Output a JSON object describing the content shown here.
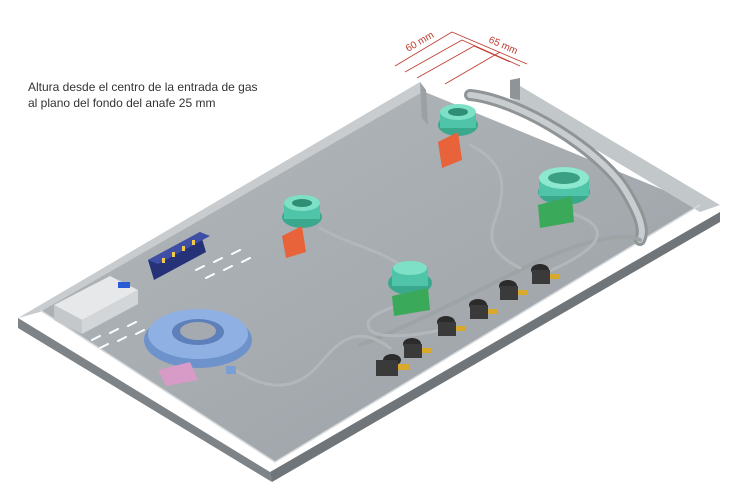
{
  "caption": {
    "line1": "Altura desde el centro de la entrada de gas",
    "line2": "al plano del fondo del anafe 25 mm"
  },
  "dimensions": {
    "a": "60 mm",
    "b": "65 mm"
  },
  "colors": {
    "tray": "#a4aaaf",
    "tray_dark": "#878d92",
    "tray_light": "#c5cacd",
    "pipe": "#b8bcbf",
    "burner_green": "#4fc4a8",
    "bracket_red": "#e8623a",
    "bracket_green": "#3aaa5a",
    "burner_blue": "#7a9fd6",
    "dimension_red": "#c0392b",
    "ignition_block": "#2a3a8a",
    "valve_dark": "#2b2b2b",
    "valve_brass": "#d8a92a"
  }
}
